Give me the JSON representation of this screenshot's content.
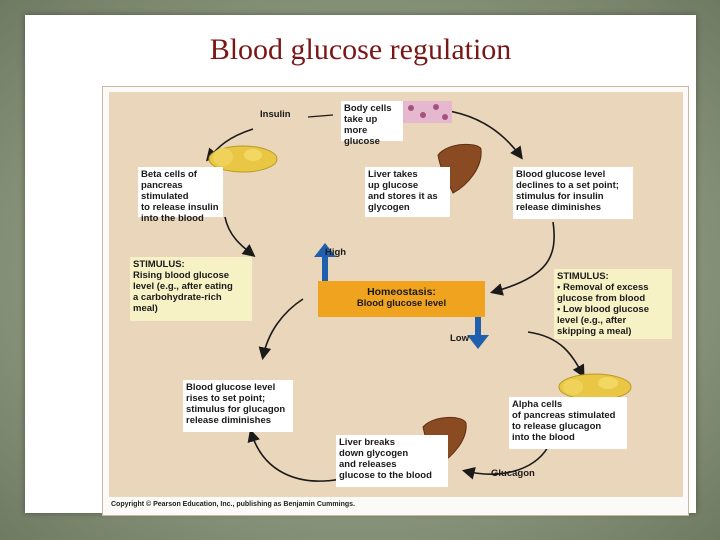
{
  "title": "Blood glucose regulation",
  "diagram": {
    "insulin_label": "Insulin",
    "body_cells_text": "Body cells\ntake up more\nglucose",
    "beta_cells_text": "Beta cells of\npancreas stimulated\nto release insulin\ninto the blood",
    "liver_takes_text": "Liver takes\nup glucose\nand stores it as\nglycogen",
    "declines_text": "Blood glucose level\ndeclines to a set point;\nstimulus for insulin\nrelease diminishes",
    "high_label": "High",
    "stimulus_left_text": "STIMULUS:\nRising blood glucose\nlevel (e.g., after eating\na carbohydrate-rich\nmeal)",
    "homeostasis_title": "Homeostasis:",
    "homeostasis_sub": "Blood glucose level",
    "stimulus_right_text": "STIMULUS:\n• Removal of excess\n  glucose from blood\n• Low blood glucose\n  level (e.g., after\n  skipping a meal)",
    "low_label": "Low",
    "rises_text": "Blood glucose level\nrises to set point;\nstimulus for glucagon\nrelease diminishes",
    "alpha_cells_text": "Alpha cells\nof pancreas stimulated\nto release glucagon\ninto the blood",
    "liver_breaks_text": "Liver breaks\ndown glycogen\nand releases\nglucose to the blood",
    "glucagon_label": "Glucagon",
    "copyright": "Copyright © Pearson Education, Inc., publishing as Benjamin Cummings."
  },
  "colors": {
    "title": "#7a1616",
    "panel": "#ead6bb",
    "homeostasis": "#f0a31f",
    "stimulus_box": "#f7f1c6",
    "arrow_blue": "#1f5fae",
    "pancreas": "#e9c744",
    "liver": "#8a4a22"
  },
  "icons": [
    "pancreas-icon",
    "liver-icon",
    "body-cells-icon",
    "up-arrow-icon",
    "down-arrow-icon"
  ]
}
